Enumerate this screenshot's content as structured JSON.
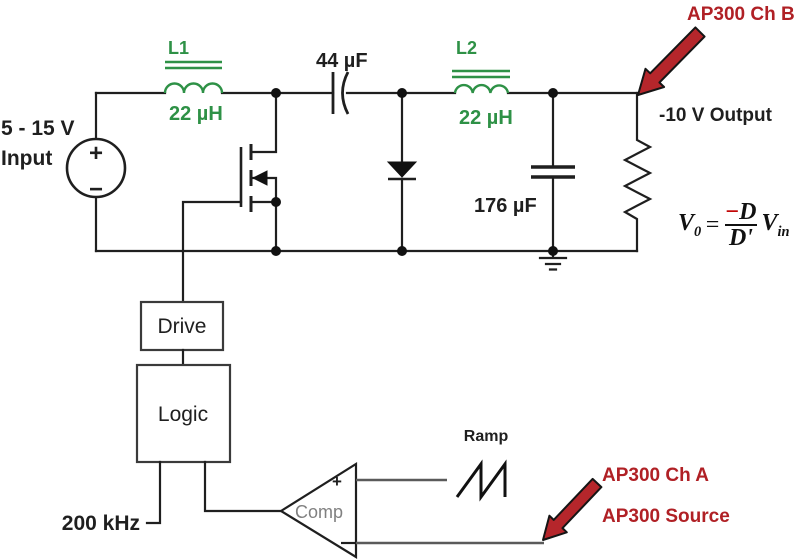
{
  "labels": {
    "input_line1": "5 - 15 V",
    "input_line2": "Input",
    "source_plus": "+",
    "source_minus": "−",
    "l1_name": "L1",
    "l1_value": "22 µH",
    "l2_name": "L2",
    "l2_value": "22 µH",
    "coupling_cap_value": "44 µF",
    "output_cap_value": "176 µF",
    "output_label": "-10 V Output",
    "drive": "Drive",
    "logic": "Logic",
    "frequency": "200 kHz",
    "comparator": "Comp",
    "comp_plus": "+",
    "ramp": "Ramp",
    "probe_ch_b": "AP300 Ch B",
    "probe_ch_a": "AP300 Ch A",
    "probe_source": "AP300 Source"
  },
  "formula": {
    "v": "V",
    "v_sub": "0",
    "equals": "=",
    "minus": "−",
    "numerator": "D",
    "denominator": "D'",
    "vin": "V",
    "vin_sub": "in"
  },
  "colors": {
    "inductor_green": "#2E9146",
    "probe_red_text": "#B02025",
    "arrow_red_fill": "#B5262B",
    "formula_minus_red": "#C00000"
  }
}
